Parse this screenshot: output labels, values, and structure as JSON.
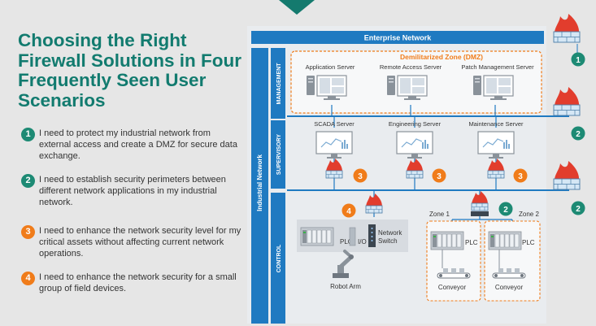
{
  "title": "Choosing the Right Firewall Solutions in Four Frequently Seen User Scenarios",
  "scenarios": [
    {
      "number": "1",
      "color": "#1d8a74",
      "text": "I need to protect my industrial network from external access and create a DMZ for secure data exchange."
    },
    {
      "number": "2",
      "color": "#1d8a74",
      "text": "I need to establish security perimeters between different network applications in my industrial network."
    },
    {
      "number": "3",
      "color": "#f07c1a",
      "text": "I need to enhance the network security level for my critical assets without affecting current network operations."
    },
    {
      "number": "4",
      "color": "#f07c1a",
      "text": "I need to enhance the network security for a small group of field devices."
    }
  ],
  "diagram": {
    "enterprise_network": "Enterprise Network",
    "industrial_network": "Industrial Network",
    "levels": {
      "management": "MANAGEMENT",
      "supervisory": "SUPERVISORY",
      "control": "CONTROL"
    },
    "dmz": "Demilitarized Zone (DMZ)",
    "servers": {
      "application": "Application Server",
      "remote_access": "Remote Access Server",
      "patch_management": "Patch Management Server",
      "scada": "SCADA Server",
      "engineering": "Engineering Server",
      "maintenance": "Maintenance Server"
    },
    "zones": {
      "zone1": "Zone 1",
      "zone2": "Zone 2"
    },
    "devices": {
      "plc": "PLC",
      "io": "I/O",
      "network_switch_line1": "Network",
      "network_switch_line2": "Switch",
      "robot_arm": "Robot Arm",
      "conveyor": "Conveyor"
    },
    "badges": {
      "one": "1",
      "two": "2",
      "three": "3",
      "four": "4"
    },
    "colors": {
      "network_blue": "#1f7ac1",
      "firewall_red": "#e23d2d",
      "dmz_orange": "#f07c1a",
      "teal": "#147a6e"
    }
  }
}
